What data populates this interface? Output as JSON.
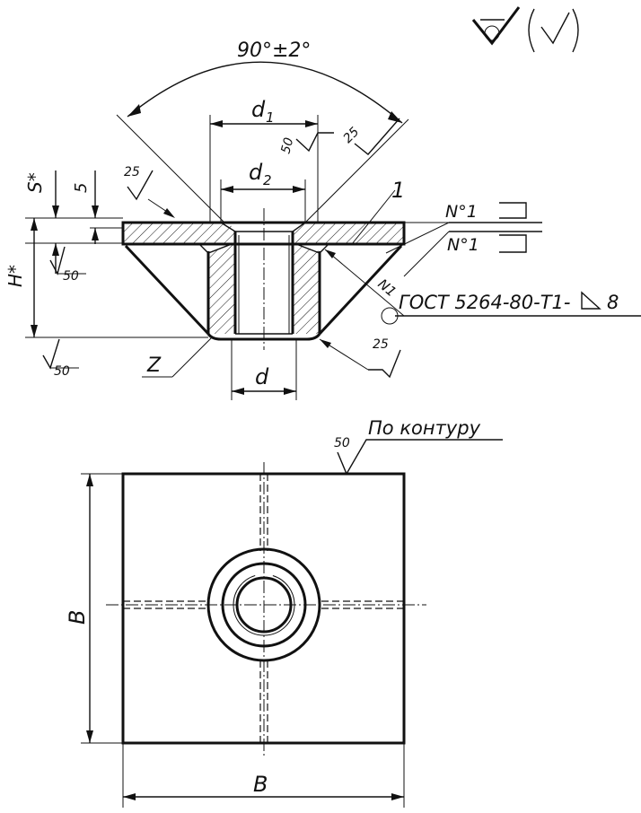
{
  "labels": {
    "angle": "90°±2°",
    "d1": "d",
    "d1_sub": "1",
    "d2": "d",
    "d2_sub": "2",
    "d": "d",
    "s_star": "S*",
    "five": "5",
    "h_star": "H*",
    "z": "Z",
    "one": "1",
    "b_vertical": "B",
    "b_horizontal": "B"
  },
  "roughness": {
    "r50_top": "50",
    "r25_right": "25",
    "r25_left": "25",
    "r50_small": "50",
    "r50_bottom_left": "50",
    "r25_bottom": "25",
    "r50_contour": "50"
  },
  "notes": {
    "weld_symbol_1": "N°1",
    "weld_symbol_2": "N°1",
    "weld_ref_mark": "N1",
    "standard": "ГОСТ 5264-80-Т1-",
    "leg_size": "8",
    "contour_note": "По контуру"
  }
}
